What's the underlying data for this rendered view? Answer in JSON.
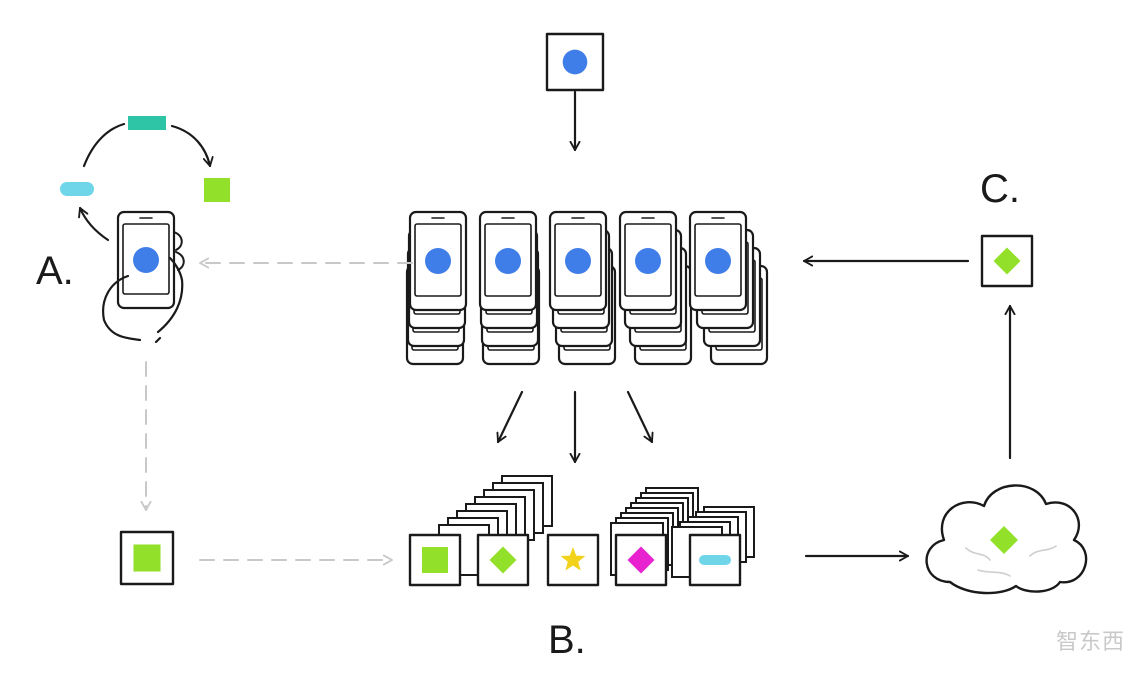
{
  "labels": {
    "a": "A.",
    "b": "B.",
    "c": "C."
  },
  "watermark": "智东西",
  "colors": {
    "blue": "#3f7de8",
    "teal": "#2ec4a6",
    "cyan": "#6fd6ea",
    "lime": "#93e02b",
    "yellow": "#f2d21b",
    "magenta": "#e822cf",
    "ink": "#1a1a1a",
    "dashed": "#c8c8c8"
  },
  "icons": {
    "phone": "smartphone-icon",
    "hand": "hand-holding-phone-icon",
    "cloud": "cloud-icon",
    "card": "data-card-icon"
  }
}
